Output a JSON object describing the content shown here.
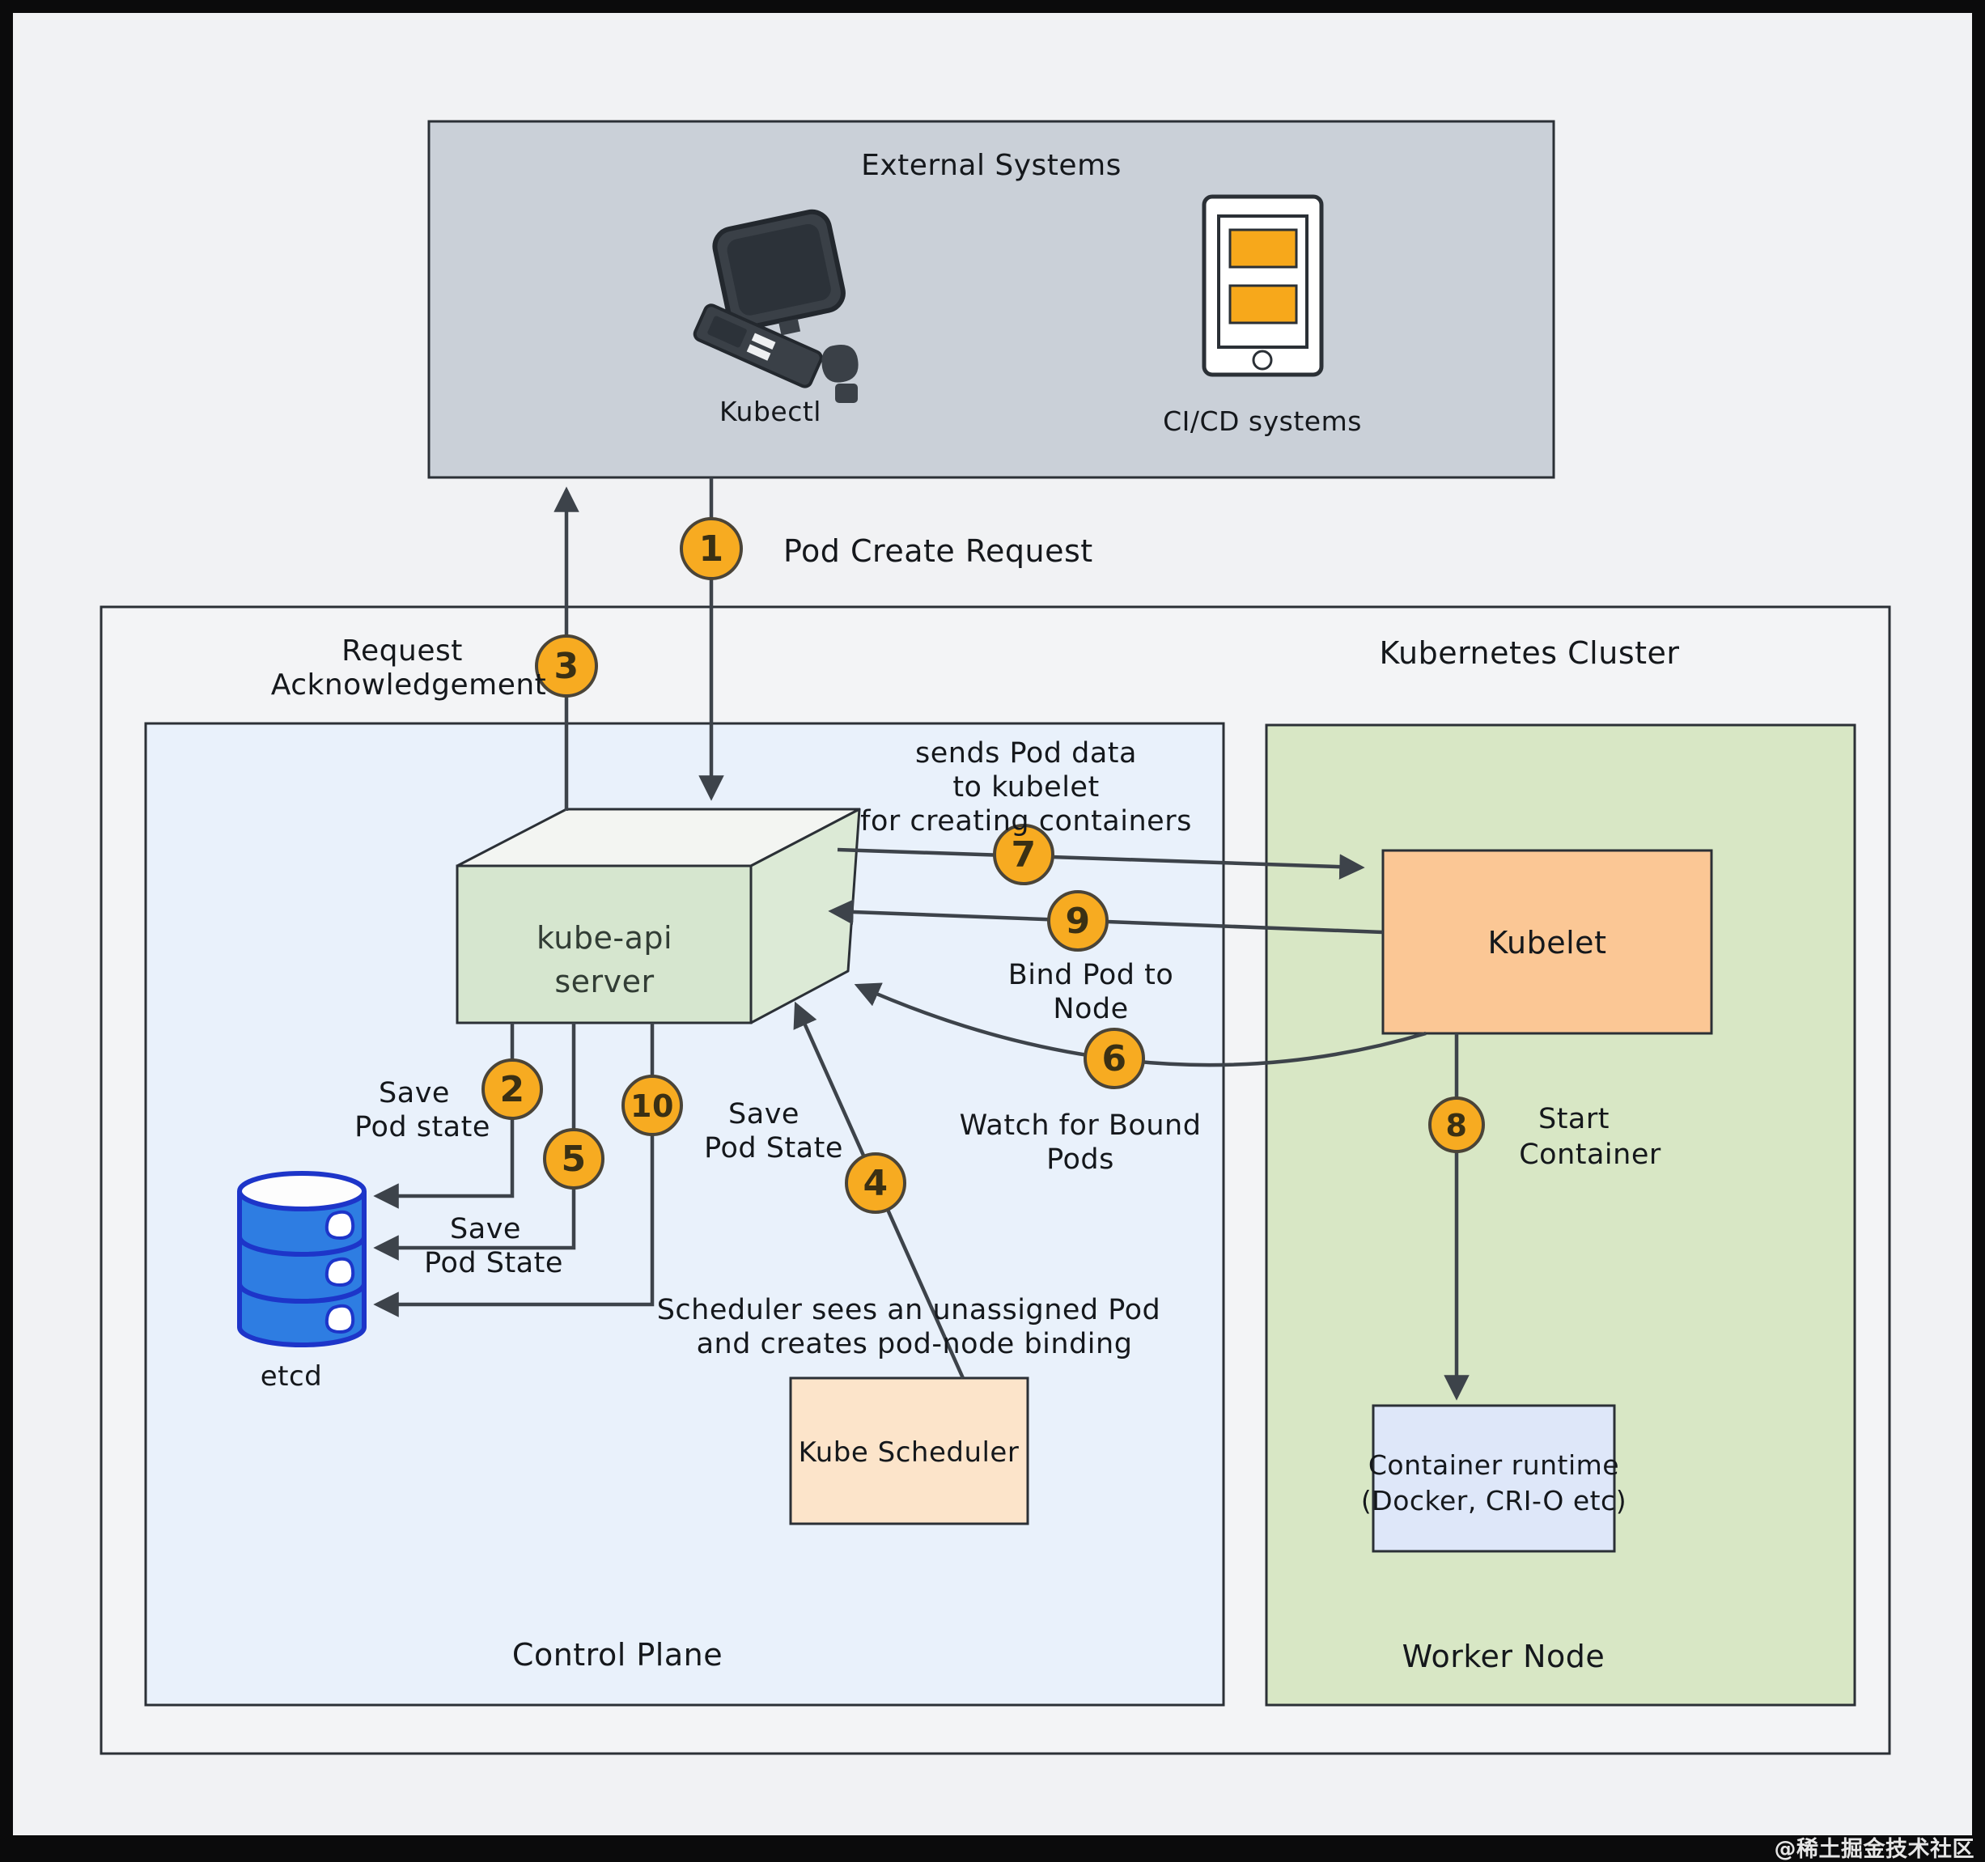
{
  "watermark": "@稀土掘金技术社区",
  "colors": {
    "background": "#f1f2f4",
    "frame": "#0b0b0c",
    "border": "#2b3036",
    "line": "#3d434a",
    "external_box": "#cad0d8",
    "cluster_box": "#f3f4f6",
    "control_plane_box": "#e9f1fb",
    "worker_node_box": "#d8e7c5",
    "kubelet_box": "#fbc795",
    "scheduler_box": "#fce4ca",
    "runtime_box": "#dee7f9",
    "api_front": "#d6e6cf",
    "api_top": "#f3f5f2",
    "api_side": "#dcead6",
    "step_circle": "#f7ab21",
    "icon_dark": "#3a4047",
    "icon_orange": "#f7a81b",
    "etcd_fill": "#2e7de2",
    "etcd_stroke": "#1d35c9"
  },
  "external_systems": {
    "title": "External Systems",
    "kubectl_label": "Kubectl",
    "cicd_label": "CI/CD systems"
  },
  "cluster": {
    "title": "Kubernetes Cluster",
    "control_plane": {
      "title": "Control Plane",
      "api_server": {
        "line1": "kube-api",
        "line2": "server"
      },
      "etcd_label": "etcd",
      "scheduler_label": "Kube Scheduler"
    },
    "worker_node": {
      "title": "Worker Node",
      "kubelet_label": "Kubelet",
      "runtime": {
        "line1": "Container runtime",
        "line2": "(Docker, CRI-O etc)"
      }
    }
  },
  "steps": [
    {
      "n": "1",
      "lines": [
        "Pod Create Request"
      ]
    },
    {
      "n": "2",
      "lines": [
        "Save",
        "Pod state"
      ]
    },
    {
      "n": "3",
      "lines": [
        "Request",
        "Acknowledgement"
      ]
    },
    {
      "n": "4",
      "lines": [
        "Scheduler sees an unassigned Pod",
        "and creates pod-node binding"
      ]
    },
    {
      "n": "5",
      "lines": [
        "Save",
        "Pod State"
      ]
    },
    {
      "n": "6",
      "lines": [
        "Watch for Bound",
        "Pods"
      ]
    },
    {
      "n": "7",
      "lines": [
        "sends Pod data",
        "to kubelet",
        "for creating containers"
      ]
    },
    {
      "n": "8",
      "lines": [
        "Start",
        "Container"
      ]
    },
    {
      "n": "9",
      "lines": [
        "Bind Pod to",
        "Node"
      ]
    },
    {
      "n": "10",
      "lines": [
        "Save",
        "Pod State"
      ]
    }
  ]
}
